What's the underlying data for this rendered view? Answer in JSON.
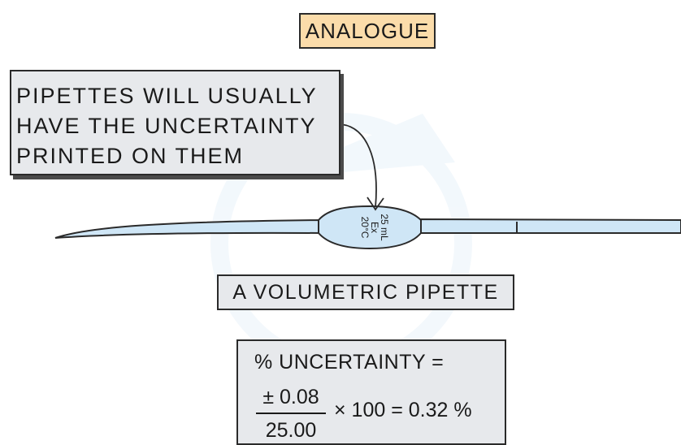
{
  "header": {
    "tag_label": "ANALOGUE"
  },
  "note": {
    "lines": [
      "PIPETTES WILL USUALLY",
      "HAVE THE UNCERTAINTY",
      "PRINTED ON THEM"
    ]
  },
  "pipette": {
    "markings": [
      "25 mL",
      "Ex",
      "20°C"
    ]
  },
  "caption": "A VOLUMETRIC PIPETTE",
  "calculation": {
    "line1": "% UNCERTAINTY =",
    "numerator": "± 0.08",
    "denominator": "25.00",
    "rest": "× 100 = 0.32 %"
  },
  "colors": {
    "tag_fill": "#fbdcaa",
    "box_fill": "#e7e9ec",
    "pipette_fill": "#cfe6f6",
    "outline": "#2a2a2a"
  }
}
